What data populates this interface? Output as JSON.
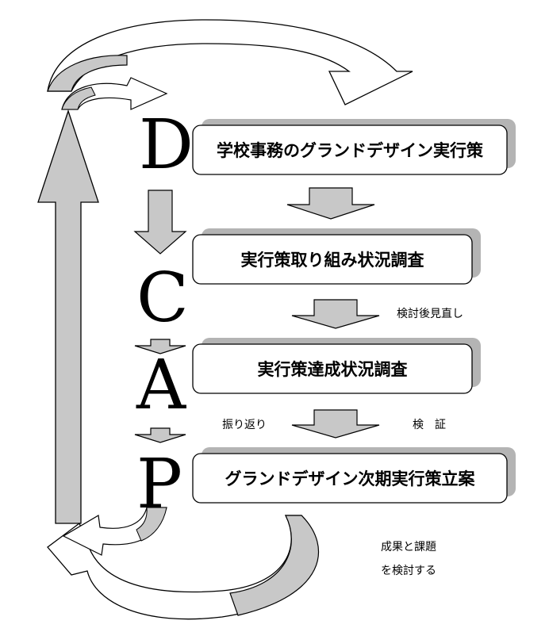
{
  "letters": {
    "d": "D",
    "c": "C",
    "a": "A",
    "p": "P"
  },
  "boxes": {
    "do": "学校事務のグランドデザイン実行策",
    "check": "実行策取り組み状況調査",
    "act": "実行策達成状況調査",
    "plan": "グランドデザイン次期実行策立案"
  },
  "notes": {
    "review": "検討後見直し",
    "reflect": "振り返り",
    "verify": "検　証",
    "results_line1": "成果と課題",
    "results_line2": "を検討する"
  },
  "colors": {
    "arrow_fill": "#c8c8c8",
    "box_shadow": "#b4b4b4",
    "stroke": "#000000",
    "background": "#ffffff"
  }
}
